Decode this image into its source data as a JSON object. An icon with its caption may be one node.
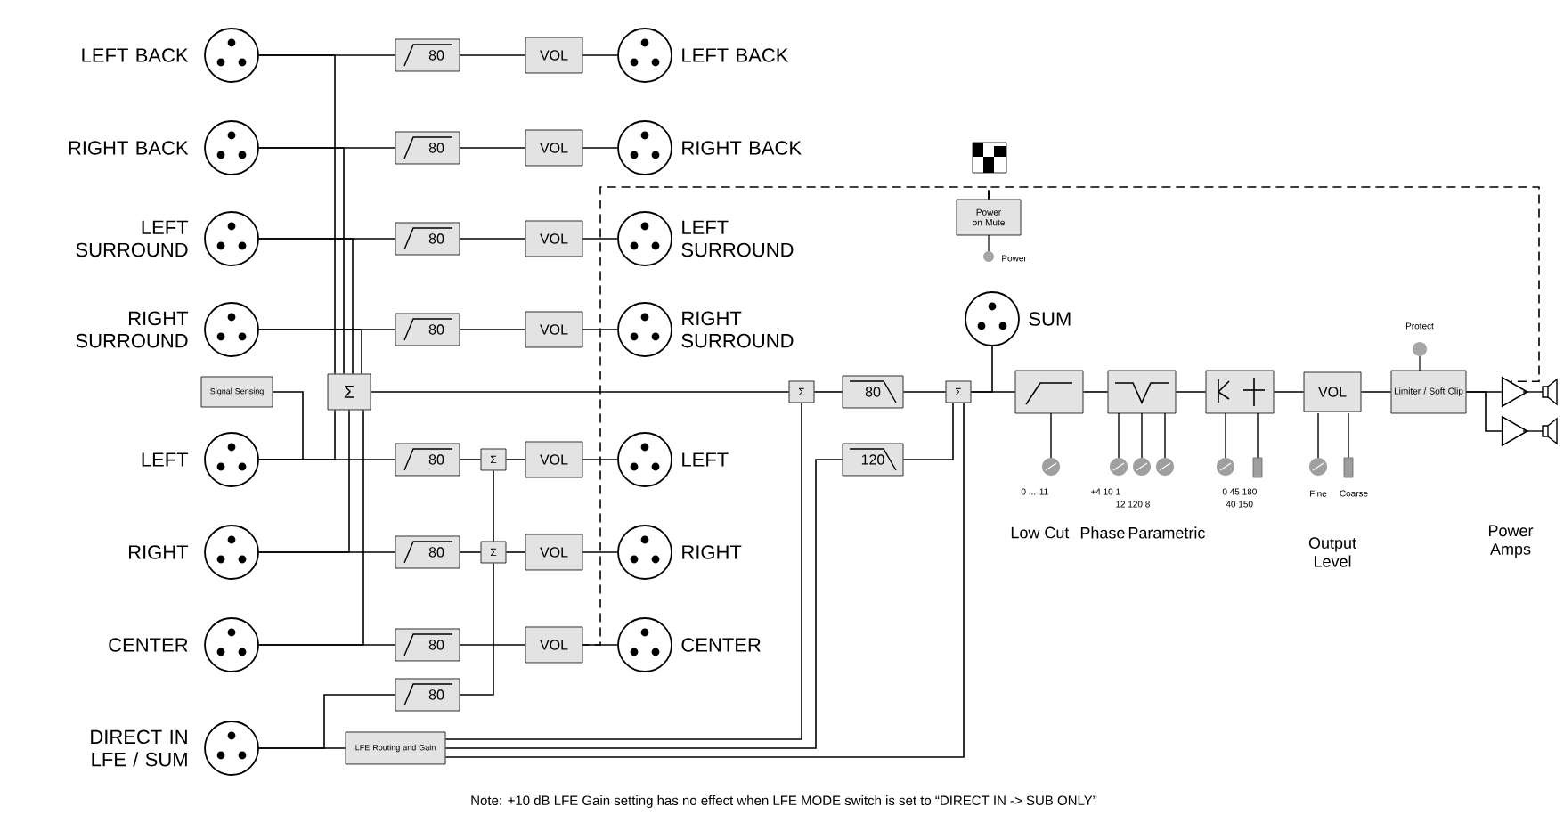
{
  "diagram": {
    "nodes": [
      {
        "text": [],
        "shape": "circle",
        "beside": [
          "LEFT BACK"
        ]
      },
      {
        "text": [],
        "shape": "circle",
        "beside": [
          "RIGHT BACK"
        ]
      },
      {
        "text": [],
        "shape": "circle",
        "beside": [
          "LEFT SURROUND"
        ]
      },
      {
        "text": [],
        "shape": "circle",
        "beside": [
          "RIGHT SURROUND"
        ]
      },
      {
        "text": [],
        "shape": "circle",
        "beside": [
          "LEFT"
        ]
      },
      {
        "text": [],
        "shape": "circle",
        "beside": [
          "RIGHT"
        ]
      },
      {
        "text": [],
        "shape": "circle",
        "beside": [
          "CENTER"
        ]
      },
      {
        "text": [],
        "shape": "circle",
        "beside": [
          "DIRECT IN LFE / SUM"
        ]
      },
      {
        "text": [
          "80"
        ]
      },
      {
        "text": [
          "80"
        ]
      },
      {
        "text": [
          "80"
        ]
      },
      {
        "text": [
          "80"
        ]
      },
      {
        "text": [
          "80"
        ]
      },
      {
        "text": [
          "80"
        ]
      },
      {
        "text": [
          "80"
        ]
      },
      {
        "text": [
          "80"
        ]
      },
      {
        "text": [
          "VOL"
        ]
      },
      {
        "text": [
          "VOL"
        ]
      },
      {
        "text": [
          "VOL"
        ]
      },
      {
        "text": [
          "VOL"
        ]
      },
      {
        "text": [
          "VOL"
        ]
      },
      {
        "text": [
          "VOL"
        ]
      },
      {
        "text": [
          "VOL"
        ]
      },
      {
        "text": [],
        "shape": "circle",
        "beside": [
          "LEFT BACK"
        ]
      },
      {
        "text": [],
        "shape": "circle",
        "beside": [
          "RIGHT BACK"
        ]
      },
      {
        "text": [],
        "shape": "circle",
        "beside": [
          "LEFT SURROUND"
        ]
      },
      {
        "text": [],
        "shape": "circle",
        "beside": [
          "RIGHT SURROUND"
        ]
      },
      {
        "text": [],
        "shape": "circle",
        "beside": [
          "LEFT"
        ]
      },
      {
        "text": [],
        "shape": "circle",
        "beside": [
          "RIGHT"
        ]
      },
      {
        "text": [],
        "shape": "circle",
        "beside": [
          "CENTER"
        ]
      },
      {
        "text": [
          "Σ"
        ]
      },
      {
        "text": [
          "Signal Sensing"
        ]
      },
      {
        "text": [
          "Σ"
        ]
      },
      {
        "text": [
          "Σ"
        ]
      },
      {
        "text": [
          "LFE Routing and Gain"
        ]
      },
      {
        "text": [
          "Σ"
        ]
      },
      {
        "text": [
          "80"
        ]
      },
      {
        "text": [
          "120"
        ]
      },
      {
        "text": [
          "Σ"
        ]
      },
      {
        "text": [],
        "shape": "circle",
        "beside": [
          "SUM"
        ]
      },
      {
        "text": [],
        "shape": "box"
      },
      {
        "text": [],
        "shape": "box"
      },
      {
        "text": [],
        "shape": "box"
      },
      {
        "text": [
          "VOL"
        ]
      },
      {
        "text": [
          "Limiter / Soft Clip"
        ]
      },
      {
        "text": [],
        "shape": "triangle"
      },
      {
        "text": [],
        "shape": "triangle"
      },
      {
        "text": [
          "Power on Mute"
        ]
      }
    ],
    "edges": [
      {
        "from": 0,
        "to": 8,
        "arrow": "none"
      },
      {
        "from": 1,
        "to": 9,
        "arrow": "none"
      },
      {
        "from": 2,
        "to": 10,
        "arrow": "none"
      },
      {
        "from": 3,
        "to": 11,
        "arrow": "none"
      },
      {
        "from": 4,
        "to": 12,
        "arrow": "none"
      },
      {
        "from": 5,
        "to": 13,
        "arrow": "none"
      },
      {
        "from": 6,
        "to": 14,
        "arrow": "none"
      },
      {
        "from": 7,
        "to": 34,
        "arrow": "none"
      },
      {
        "from": 7,
        "to": 15,
        "arrow": "none"
      },
      {
        "from": 8,
        "to": 16,
        "arrow": "none"
      },
      {
        "from": 9,
        "to": 17,
        "arrow": "none"
      },
      {
        "from": 10,
        "to": 18,
        "arrow": "none"
      },
      {
        "from": 11,
        "to": 19,
        "arrow": "none"
      },
      {
        "from": 12,
        "to": 32,
        "arrow": "none"
      },
      {
        "from": 13,
        "to": 33,
        "arrow": "none"
      },
      {
        "from": 14,
        "to": 22,
        "arrow": "none"
      },
      {
        "from": 32,
        "to": 20,
        "arrow": "none"
      },
      {
        "from": 33,
        "to": 21,
        "arrow": "none"
      },
      {
        "from": 15,
        "to": 33,
        "arrow": "none"
      },
      {
        "from": 33,
        "to": 32,
        "arrow": "none"
      },
      {
        "from": 16,
        "to": 23,
        "arrow": "none"
      },
      {
        "from": 17,
        "to": 24,
        "arrow": "none"
      },
      {
        "from": 18,
        "to": 25,
        "arrow": "none"
      },
      {
        "from": 19,
        "to": 26,
        "arrow": "none"
      },
      {
        "from": 20,
        "to": 27,
        "arrow": "none"
      },
      {
        "from": 21,
        "to": 28,
        "arrow": "none"
      },
      {
        "from": 22,
        "to": 29,
        "arrow": "none"
      },
      {
        "from": 0,
        "to": 30,
        "arrow": "none"
      },
      {
        "from": 1,
        "to": 30,
        "arrow": "none"
      },
      {
        "from": 2,
        "to": 30,
        "arrow": "none"
      },
      {
        "from": 3,
        "to": 30,
        "arrow": "none"
      },
      {
        "from": 4,
        "to": 30,
        "arrow": "none"
      },
      {
        "from": 5,
        "to": 30,
        "arrow": "none"
      },
      {
        "from": 6,
        "to": 30,
        "arrow": "none"
      },
      {
        "from": 4,
        "to": 31,
        "arrow": "none"
      },
      {
        "from": 30,
        "to": 35,
        "arrow": "none"
      },
      {
        "from": 35,
        "to": 36,
        "arrow": "none"
      },
      {
        "from": 36,
        "to": 38,
        "arrow": "none"
      },
      {
        "from": 37,
        "to": 38,
        "arrow": "none"
      },
      {
        "from": 34,
        "to": 35,
        "arrow": "none"
      },
      {
        "from": 34,
        "to": 37,
        "arrow": "none"
      },
      {
        "from": 34,
        "to": 38,
        "arrow": "none"
      },
      {
        "from": 38,
        "to": 40,
        "arrow": "none"
      },
      {
        "from": 38,
        "to": 39,
        "arrow": "none"
      },
      {
        "from": 40,
        "to": 41,
        "arrow": "none"
      },
      {
        "from": 41,
        "to": 42,
        "arrow": "none"
      },
      {
        "from": 42,
        "to": 43,
        "arrow": "none"
      },
      {
        "from": 43,
        "to": 44,
        "arrow": "none"
      },
      {
        "from": 44,
        "to": 45,
        "arrow": "none"
      },
      {
        "from": 44,
        "to": 46,
        "arrow": "none"
      },
      {
        "from": 47,
        "to": 45,
        "arrow": "none",
        "style": "dashed"
      },
      {
        "from": 47,
        "to": 22,
        "arrow": "none",
        "style": "dashed"
      }
    ],
    "labels": [
      "Power",
      "Protect",
      "0 ... 11",
      "+4 10 1",
      "12 120 8",
      "0 45 180",
      "40 150",
      "Fine",
      "Coarse",
      "Low Cut",
      "Phase",
      "Parametric",
      "Output Level",
      "Power Amps",
      "Note: +10 dB LFE Gain setting has no effect when LFE MODE switch is set to “DIRECT IN -> SUB ONLY”"
    ]
  }
}
